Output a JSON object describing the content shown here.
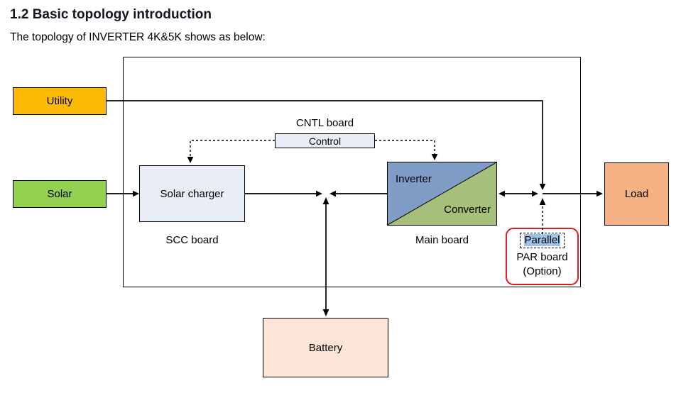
{
  "page": {
    "heading": "1.2 Basic topology introduction",
    "subtitle": "The topology of INVERTER 4K&5K shows as below:"
  },
  "diagram": {
    "blocks": {
      "utility": {
        "label": "Utility"
      },
      "solar": {
        "label": "Solar"
      },
      "solar_charger": {
        "label": "Solar charger",
        "board": "SCC board"
      },
      "control": {
        "label": "Control",
        "board": "CNTL board"
      },
      "inverter_converter": {
        "top_label": "Inverter",
        "bottom_label": "Converter",
        "board": "Main board"
      },
      "parallel": {
        "label": "Parallel",
        "board": "PAR board",
        "note": "(Option)"
      },
      "load": {
        "label": "Load"
      },
      "battery": {
        "label": "Battery"
      }
    }
  },
  "colors": {
    "utility-fill": "#FCBA04",
    "solar-fill": "#92D050",
    "charger-fill": "#E9EDF5",
    "control-fill": "#E9EDF5",
    "inverter-fill": "#7E9CC6",
    "converter-fill": "#A6C07C",
    "load-fill": "#F4B183",
    "battery-fill": "#FBE5D6",
    "parallel-highlight": "#9DC3E6",
    "option-outline": "#E01B24",
    "line": "#000000"
  }
}
